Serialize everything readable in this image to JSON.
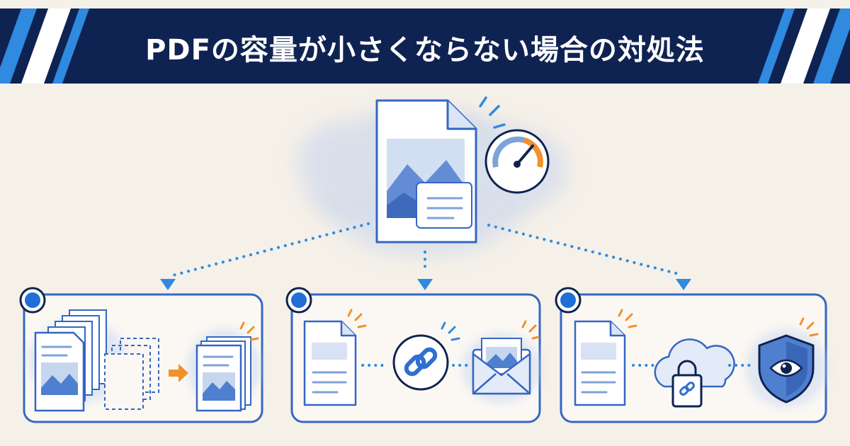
{
  "banner": {
    "title": "PDFの容量が小さくならない場合の対処法"
  },
  "colors": {
    "navy": "#0f2352",
    "accent_blue": "#2f8ae0",
    "stroke_blue": "#3467c4",
    "wash_blue": "#7fa2d9",
    "orange": "#f2902b",
    "background": "#f5f0e8"
  },
  "diagram": {
    "center": {
      "icons": [
        "pdf-document-icon",
        "speed-gauge-icon"
      ]
    },
    "panels": [
      {
        "id": "reduce-images",
        "icons": [
          "document-stack-icon",
          "arrow-right-icon",
          "compressed-document-icon"
        ]
      },
      {
        "id": "share-link",
        "icons": [
          "document-icon",
          "link-icon",
          "envelope-icon"
        ]
      },
      {
        "id": "cloud-security",
        "icons": [
          "document-icon",
          "cloud-lock-icon",
          "shield-eye-icon"
        ]
      }
    ]
  }
}
